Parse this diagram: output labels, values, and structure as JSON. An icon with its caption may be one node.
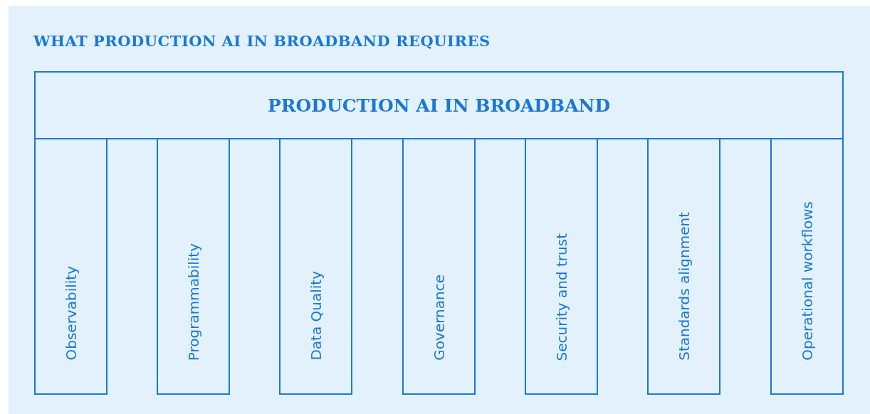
{
  "diagram": {
    "title": "WHAT PRODUCTION AI IN BROADBAND REQUIRES",
    "nodes": [
      {
        "text": [
          "PRODUCTION AI IN BROADBAND"
        ]
      },
      {
        "text": [
          "Observability"
        ]
      },
      {
        "text": [
          "Programmability"
        ]
      },
      {
        "text": [
          "Data Quality"
        ]
      },
      {
        "text": [
          "Governance"
        ]
      },
      {
        "text": [
          "Security and trust"
        ]
      },
      {
        "text": [
          "Standards alignment"
        ]
      },
      {
        "text": [
          "Operational workflows"
        ]
      }
    ]
  }
}
